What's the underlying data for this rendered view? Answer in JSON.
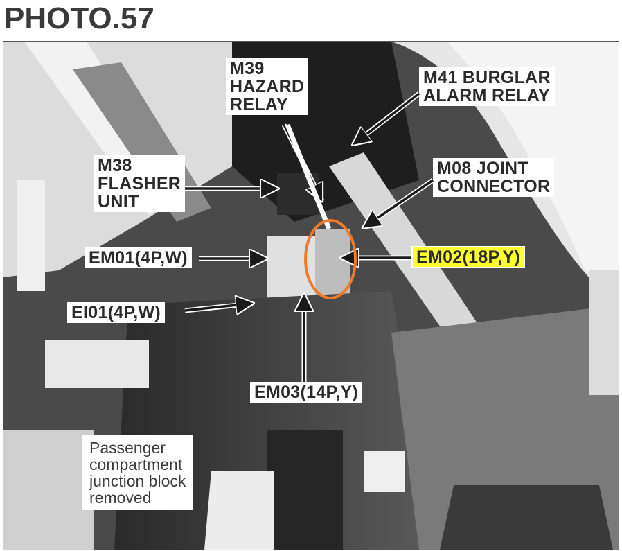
{
  "title": "PHOTO.57",
  "labels": [
    {
      "id": "m39",
      "text": "M39\nHAZARD\nRELAY"
    },
    {
      "id": "m41",
      "text": "M41 BURGLAR\nALARM RELAY"
    },
    {
      "id": "m38",
      "text": "M38\nFLASHER\nUNIT"
    },
    {
      "id": "m08",
      "text": "M08 JOINT\nCONNECTOR"
    },
    {
      "id": "em01",
      "text": "EM01(4P,W)"
    },
    {
      "id": "em02",
      "text": "EM02(18P,Y)"
    },
    {
      "id": "ei01",
      "text": "EI01(4P,W)"
    },
    {
      "id": "em03",
      "text": "EM03(14P,Y)"
    }
  ],
  "note": "Passenger\ncompartment\njunction block\nremoved",
  "highlight": {
    "target": "EM02(18P,Y)",
    "label_color": "#ffff2e",
    "circle_color": "#f07a2a"
  },
  "icons": {
    "arrow": "arrow-pointer-icon",
    "circle": "highlight-circle"
  }
}
